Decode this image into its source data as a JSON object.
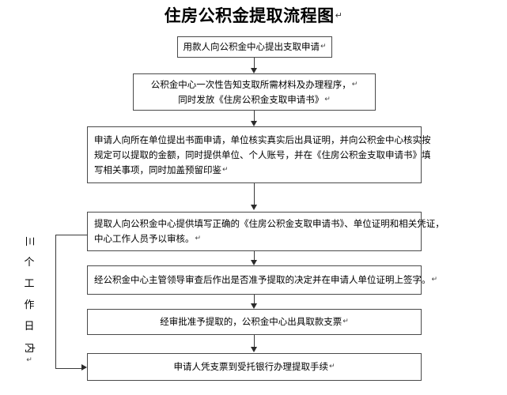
{
  "document": {
    "title": "住房公积金提取流程图",
    "title_return_mark": "↵",
    "background_color": "#ffffff",
    "line_color": "#3a3a3a",
    "text_color": "#000000"
  },
  "side_note": {
    "name": "三个工作日内",
    "characters": [
      "三",
      "个",
      "工",
      "作",
      "日",
      "内"
    ],
    "return_mark": "↵"
  },
  "chart_data": {
    "type": "diagram",
    "diagram_kind": "flowchart",
    "orientation": "top-to-bottom",
    "title": "住房公积金提取流程图",
    "nodes": [
      {
        "id": "n1",
        "shape": "rectangle",
        "lines": [
          "用款人向公积金中心提出支取申请"
        ],
        "return_marks": [
          "↵"
        ],
        "align": "center"
      },
      {
        "id": "n2",
        "shape": "rectangle",
        "lines": [
          "公积金中心一次性告知支取所需材料及办理程序，",
          "同时发放《住房公积金支取申请书》"
        ],
        "return_marks": [
          "↵",
          "↵"
        ],
        "align": "center"
      },
      {
        "id": "n3",
        "shape": "rectangle",
        "lines": [
          "申请人向所在单位提出书面申请，单位核实真实后出具证明，并向公积金中心核实按",
          "规定可以提取的金额，同时提供单位、个人账号，并在《住房公积金支取申请书》填",
          "写相关事项，同时加盖预留印鉴"
        ],
        "return_marks": [
          "",
          "",
          "↵"
        ],
        "align": "left"
      },
      {
        "id": "n4",
        "shape": "rectangle",
        "lines": [
          "提取人向公积金中心提供填写正确的《住房公积金支取申请书》、单位证明和相关凭证，",
          "中心工作人员予以审核。"
        ],
        "return_marks": [
          "",
          "↵"
        ],
        "align": "left"
      },
      {
        "id": "n5",
        "shape": "rectangle",
        "lines": [
          "经公积金中心主管领导审查后作出是否准予提取的决定并在申请人单位证明上签字。"
        ],
        "return_marks": [
          "↵"
        ],
        "align": "left"
      },
      {
        "id": "n6",
        "shape": "rectangle",
        "lines": [
          "经审批准予提取的，公积金中心出具取款支票"
        ],
        "return_marks": [
          "↵"
        ],
        "align": "center"
      },
      {
        "id": "n7",
        "shape": "rectangle",
        "lines": [
          "申请人凭支票到受托银行办理提取手续"
        ],
        "return_marks": [
          "↵"
        ],
        "align": "center"
      }
    ],
    "edges": [
      {
        "from": "n1",
        "to": "n2",
        "style": "arrow-down"
      },
      {
        "from": "n2",
        "to": "n3",
        "style": "arrow-down"
      },
      {
        "from": "n3",
        "to": "n4",
        "style": "arrow-down"
      },
      {
        "from": "n4",
        "to": "n5",
        "style": "arrow-down"
      },
      {
        "from": "n5",
        "to": "n6",
        "style": "arrow-down"
      },
      {
        "from": "n6",
        "to": "n7",
        "style": "arrow-down"
      },
      {
        "from": "n4",
        "to": "n7",
        "style": "elbow-left-arrow-right",
        "annotation": "三个工作日内"
      }
    ]
  }
}
